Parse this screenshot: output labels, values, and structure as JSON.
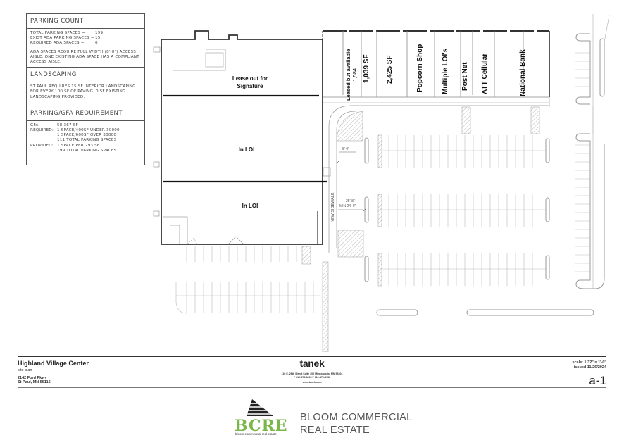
{
  "legend": {
    "parking_count": {
      "heading": "PARKING COUNT",
      "rows": [
        {
          "label": "TOTAL PARKING SPACES =",
          "value": "199"
        },
        {
          "label": "EXIST ADA PARKING SPACES =",
          "value": "15"
        },
        {
          "label": "REQUIRED ADA SPACES =",
          "value": "6"
        }
      ],
      "note": "ADA SPACES REQUIRE FULL WIDTH (8'-0\") ACCESS AISLE. ONE EXISTING ADA SPACE HAS A COMPLIANT ACCESS AISLE."
    },
    "landscaping": {
      "heading": "LANDSCAPING",
      "note": "ST PAUL REQUIRES 15 SF INTERIOR LANDSCAPING FOR EVERY 100 SF OF PAVING. 0 SF EXISTING LANDSCAPING PROVIDED."
    },
    "parking_gfa": {
      "heading": "PARKING/GFA REQUIREMENT",
      "gfa_label": "GFA:",
      "gfa_value": "58,367 SF",
      "required_label": "REQUIRED:",
      "required_lines": [
        "1 SPACE/400SF UNDER 30000",
        "1 SPACE/600SF OVER 30000",
        "111 TOTAL PARKING SPACES"
      ],
      "provided_label": "PROVIDED:",
      "provided_lines": [
        "1 SPACE PER 293 SF",
        "199 TOTAL PARKING SPACES"
      ]
    }
  },
  "plan": {
    "main_building": {
      "unit_1": "Lease out for\nSignature",
      "unit_2": "In LOI",
      "unit_3": "In LOI"
    },
    "strip_units": [
      {
        "line1": "Leased but available",
        "line2": "1,584"
      },
      {
        "line1": "1,039 SF"
      },
      {
        "line1": "2,425 SF"
      },
      {
        "line1": "Popcorn Shop"
      },
      {
        "line1": "Multiple LOI's"
      },
      {
        "line1": "Post Net"
      },
      {
        "line1": "ATT Cellular"
      },
      {
        "line1": "National Bank"
      }
    ],
    "dimensions": {
      "aisle_width": "8'-0\"",
      "drive_width": "25'-8\"",
      "drive_min": "MIN 24'-0\"",
      "sidewalk": "NEW SIDEWALK"
    }
  },
  "title_block": {
    "project_name": "Highland Village Center",
    "sheet_type": "site plan",
    "address_line1": "2142 Ford Pkwy",
    "address_line2": "St Paul, MN 55116",
    "firm_name": "tanek",
    "firm_address": "110 E. 26th Street Suite 300 Minneapolis, MN 55404",
    "firm_phone": "P 612-879-8225  F 612-879-8152",
    "firm_web": "www.tanek.com",
    "scale": "scale: 1/32\" = 1'-0\"",
    "issued": "issued 11/26/2024",
    "sheet_number": "a-1"
  },
  "branding": {
    "logo_letters": "BCRE",
    "logo_tagline": "bloom commercial real estate",
    "company_line1": "BLOOM COMMERCIAL",
    "company_line2": "REAL ESTATE",
    "logo_color": "#7ab648"
  }
}
